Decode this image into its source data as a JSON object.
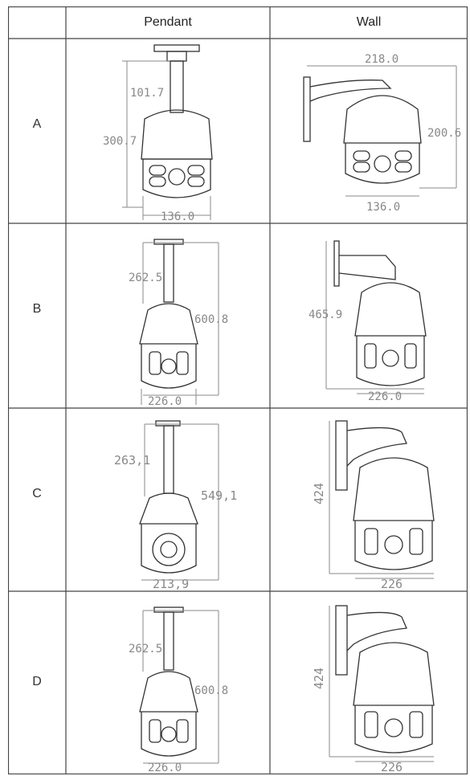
{
  "headers": {
    "pendant": "Pendant",
    "wall": "Wall"
  },
  "rows": [
    {
      "label": "A",
      "pendant": {
        "top": "101.7",
        "height": "300.7",
        "width": "136.0"
      },
      "wall": {
        "arm": "218.0",
        "height": "200.6",
        "width": "136.0"
      }
    },
    {
      "label": "B",
      "pendant": {
        "top": "262.5",
        "height": "600.8",
        "width": "226.0"
      },
      "wall": {
        "height": "465.9",
        "width": "226.0"
      }
    },
    {
      "label": "C",
      "pendant": {
        "top": "263,1",
        "height": "549,1",
        "width": "213,9"
      },
      "wall": {
        "height": "424",
        "width": "226"
      }
    },
    {
      "label": "D",
      "pendant": {
        "top": "262.5",
        "height": "600.8",
        "width": "226.0"
      },
      "wall": {
        "height": "424",
        "width": "226"
      }
    }
  ],
  "colors": {
    "line": "#333333",
    "dim": "#8a8a8a",
    "grid": "#444444"
  }
}
